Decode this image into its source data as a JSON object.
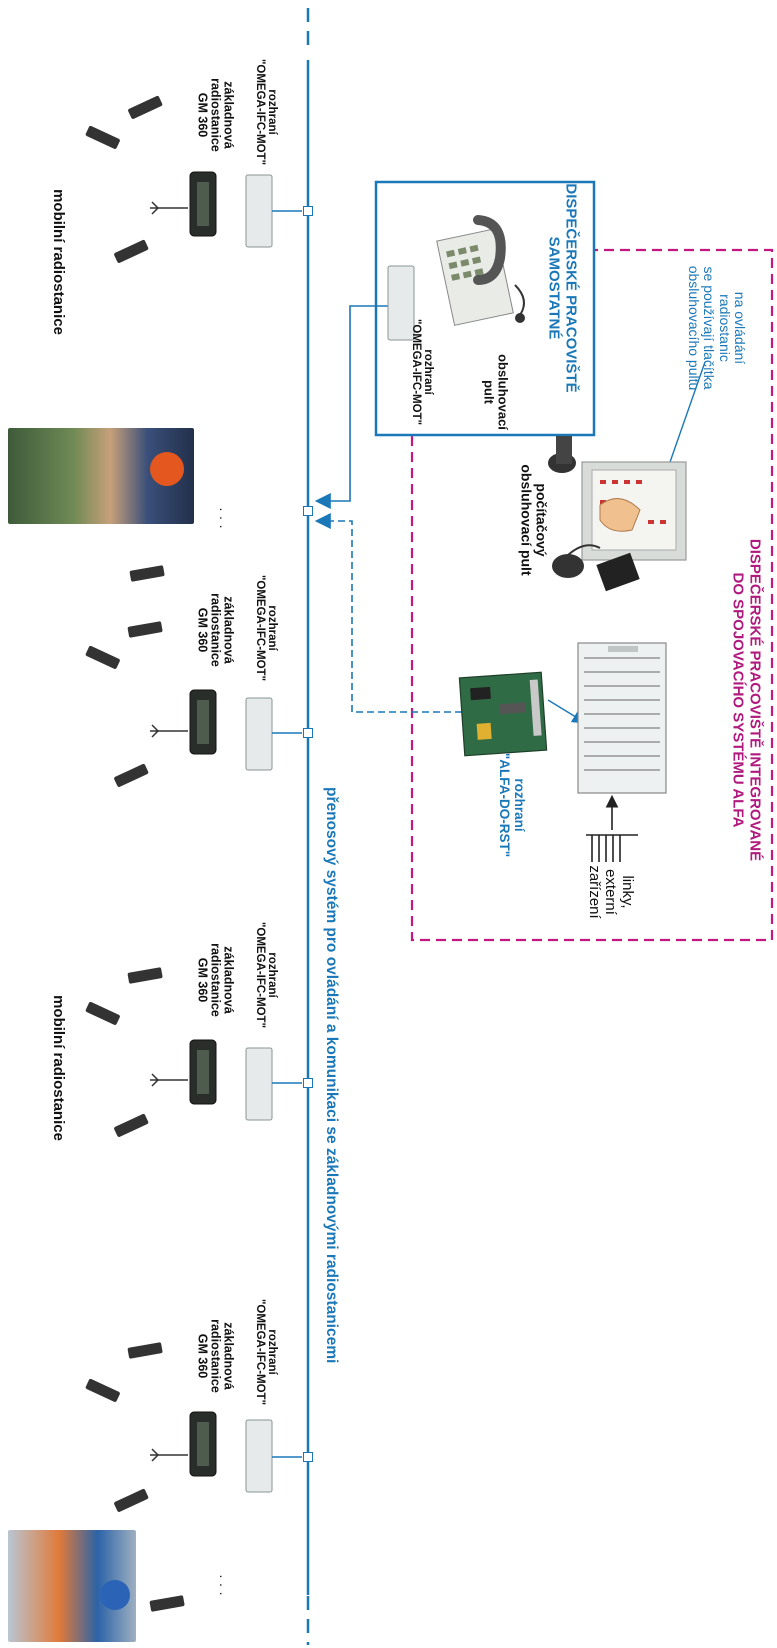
{
  "main_system": {
    "label": "přenosový systém pro ovládání a komunikaci se základnovými radiostanicemi"
  },
  "standalone_station": {
    "title_line1": "DISPEČERSKÉ PRACOVIŠTĚ",
    "title_line2": "SAMOSTATNÉ",
    "console_line1": "obsluhovací",
    "console_line2": "pult",
    "iface_line1": "rozhraní",
    "iface_line2": "\"OMEGA-IFC-MOT\""
  },
  "integrated_station": {
    "title_line1": "DISPEČERSKÉ PRACOVIŠTĚ INTEGROVANÉ",
    "title_line2": "DO SPOJOVACÍHO SYSTÉMU ALFA",
    "note_line1": "na ovládání",
    "note_line2": "radiostanic",
    "note_line3": "se používají tlačítka",
    "note_line4": "obsluhovacího pultu",
    "pc_console_line1": "počítačový",
    "pc_console_line2": "obsluhovací pult",
    "alfa_iface_line1": "rozhraní",
    "alfa_iface_line2": "\"ALFA-DO-RST\"",
    "lines_line1": "linky,",
    "lines_line2": "externí",
    "lines_line3": "zařízení"
  },
  "base_stations": [
    {
      "iface_line1": "rozhraní",
      "iface_line2": "\"OMEGA-IFC-MOT\"",
      "radio_line1": "základnová",
      "radio_line2": "radiostanice",
      "radio_line3": "GM 360"
    },
    {
      "iface_line1": "rozhraní",
      "iface_line2": "\"OMEGA-IFC-MOT\"",
      "radio_line1": "základnová",
      "radio_line2": "radiostanice",
      "radio_line3": "GM 360"
    },
    {
      "iface_line1": "rozhraní",
      "iface_line2": "\"OMEGA-IFC-MOT\"",
      "radio_line1": "základnová",
      "radio_line2": "radiostanice",
      "radio_line3": "GM 360"
    },
    {
      "iface_line1": "rozhraní",
      "iface_line2": "\"OMEGA-IFC-MOT\"",
      "radio_line1": "základnová",
      "radio_line2": "radiostanice",
      "radio_line3": "GM 360"
    }
  ],
  "mobile_groups": [
    {
      "label": "mobilní radiostanice"
    },
    {
      "label": "mobilní radiostanice"
    }
  ],
  "ellipsis": "· · ·",
  "colors": {
    "bus": "#1a78b8",
    "integrated_frame": "#c2187f",
    "standalone_frame": "#1a78b8"
  }
}
